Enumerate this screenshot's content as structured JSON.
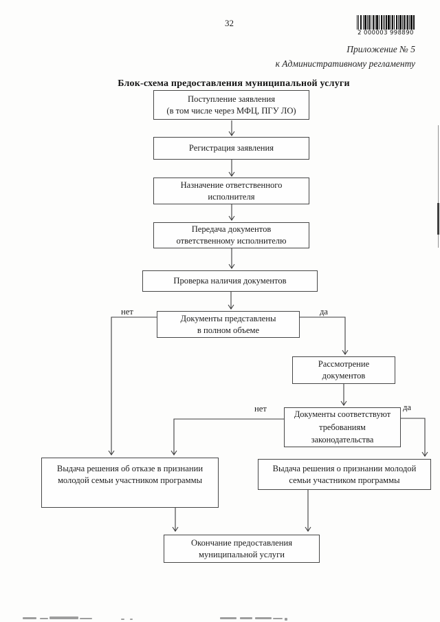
{
  "page": {
    "number": "32"
  },
  "barcode": {
    "digits": "2 000003 998890"
  },
  "header": {
    "appendix": "Приложение № 5",
    "regulation": "к Административному регламенту"
  },
  "title": "Блок-схема предоставления муниципальной услуги",
  "flow": {
    "yes_label": "да",
    "no_label": "нет",
    "nodes": [
      {
        "id": "intake",
        "lines": [
          "Поступление заявления",
          "(в том числе через МФЦ, ПГУ ЛО)"
        ]
      },
      {
        "id": "registration",
        "lines": [
          "Регистрация заявления"
        ]
      },
      {
        "id": "assign-executor",
        "lines": [
          "Назначение ответственного",
          "исполнителя"
        ]
      },
      {
        "id": "transfer-docs",
        "lines": [
          "Передача документов",
          "ответственному исполнителю"
        ]
      },
      {
        "id": "check-docs",
        "lines": [
          "Проверка наличия документов"
        ]
      },
      {
        "id": "docs-complete",
        "lines": [
          "Документы представлены",
          "в полном объеме"
        ]
      },
      {
        "id": "review-docs",
        "lines": [
          "Рассмотрение",
          "документов"
        ]
      },
      {
        "id": "docs-conform",
        "lines": [
          "Документы соответствуют",
          "требованиям",
          "законодательства"
        ]
      },
      {
        "id": "refusal-decision",
        "lines": [
          "Выдача решения об отказе в признании",
          "молодой семьи участником программы"
        ]
      },
      {
        "id": "approval-decision",
        "lines": [
          "Выдача решения о признании молодой",
          "семьи участником программы"
        ]
      },
      {
        "id": "end-service",
        "lines": [
          "Окончание предоставления",
          "муниципальной услуги"
        ]
      }
    ]
  },
  "colors": {
    "ink": "#1b1b1b",
    "line": "#3b3b3b",
    "border": "#454545",
    "paper": "#fdfdfc"
  }
}
